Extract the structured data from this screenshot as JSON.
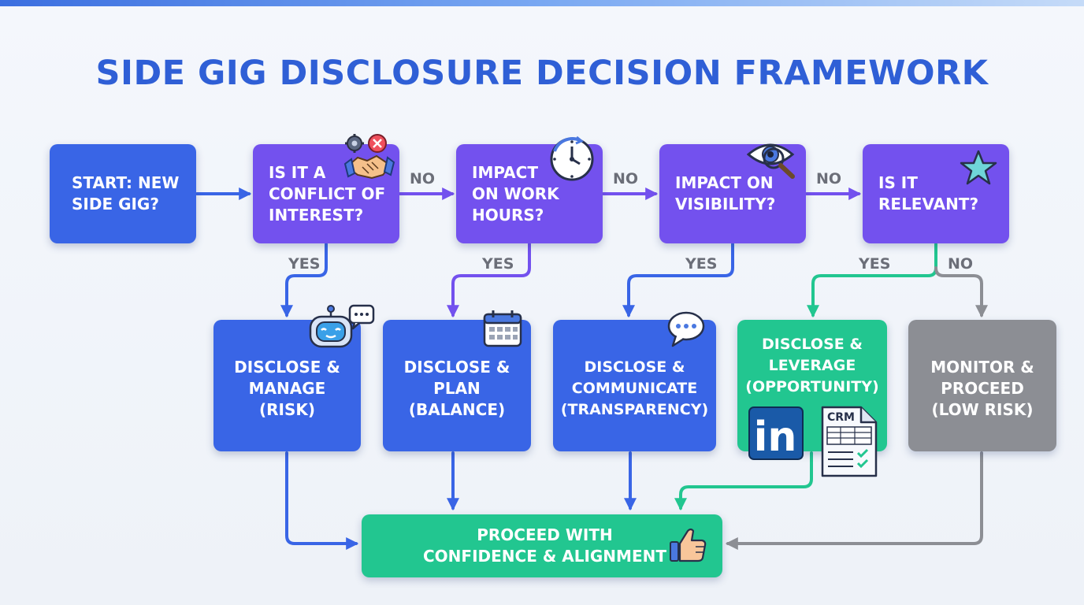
{
  "title": "SIDE GIG DISCLOSURE DECISION FRAMEWORK",
  "nodes": {
    "start": "START: NEW\nSIDE GIG?",
    "conflict": "IS IT A\nCONFLICT OF\nINTEREST?",
    "work_hours": "IMPACT\nON WORK\nHOURS?",
    "visibility": "IMPACT ON\nVISIBILITY?",
    "relevant": "IS IT\nRELEVANT?",
    "manage": "DISCLOSE &\nMANAGE\n(RISK)",
    "plan": "DISCLOSE &\nPLAN\n(BALANCE)",
    "communicate": "DISCLOSE &\nCOMMUNICATE\n(TRANSPARENCY)",
    "leverage": "DISCLOSE &\nLEVERAGE\n(OPPORTUNITY)",
    "monitor": "MONITOR &\nPROCEED\n(LOW RISK)",
    "proceed": "PROCEED WITH\nCONFIDENCE & ALIGNMENT"
  },
  "edge_labels": {
    "no_1": "NO",
    "no_2": "NO",
    "no_3": "NO",
    "no_4": "NO",
    "yes_1": "YES",
    "yes_2": "YES",
    "yes_3": "YES",
    "yes_4": "YES"
  },
  "icon_text": {
    "crm": "CRM",
    "linkedin": "in"
  },
  "colors": {
    "blue": "#3965e6",
    "purple": "#7351ee",
    "green": "#22c690",
    "gray": "#8c8e94",
    "title": "#2f5fd6"
  },
  "icons": [
    "gear-icon",
    "error-icon",
    "handshake-icon",
    "clock-icon",
    "eye-magnifier-icon",
    "star-icon",
    "robot-icon",
    "chat-bubble-icon",
    "calendar-icon",
    "speech-bubble-icon",
    "linkedin-icon",
    "crm-document-icon",
    "thumbs-up-icon"
  ]
}
